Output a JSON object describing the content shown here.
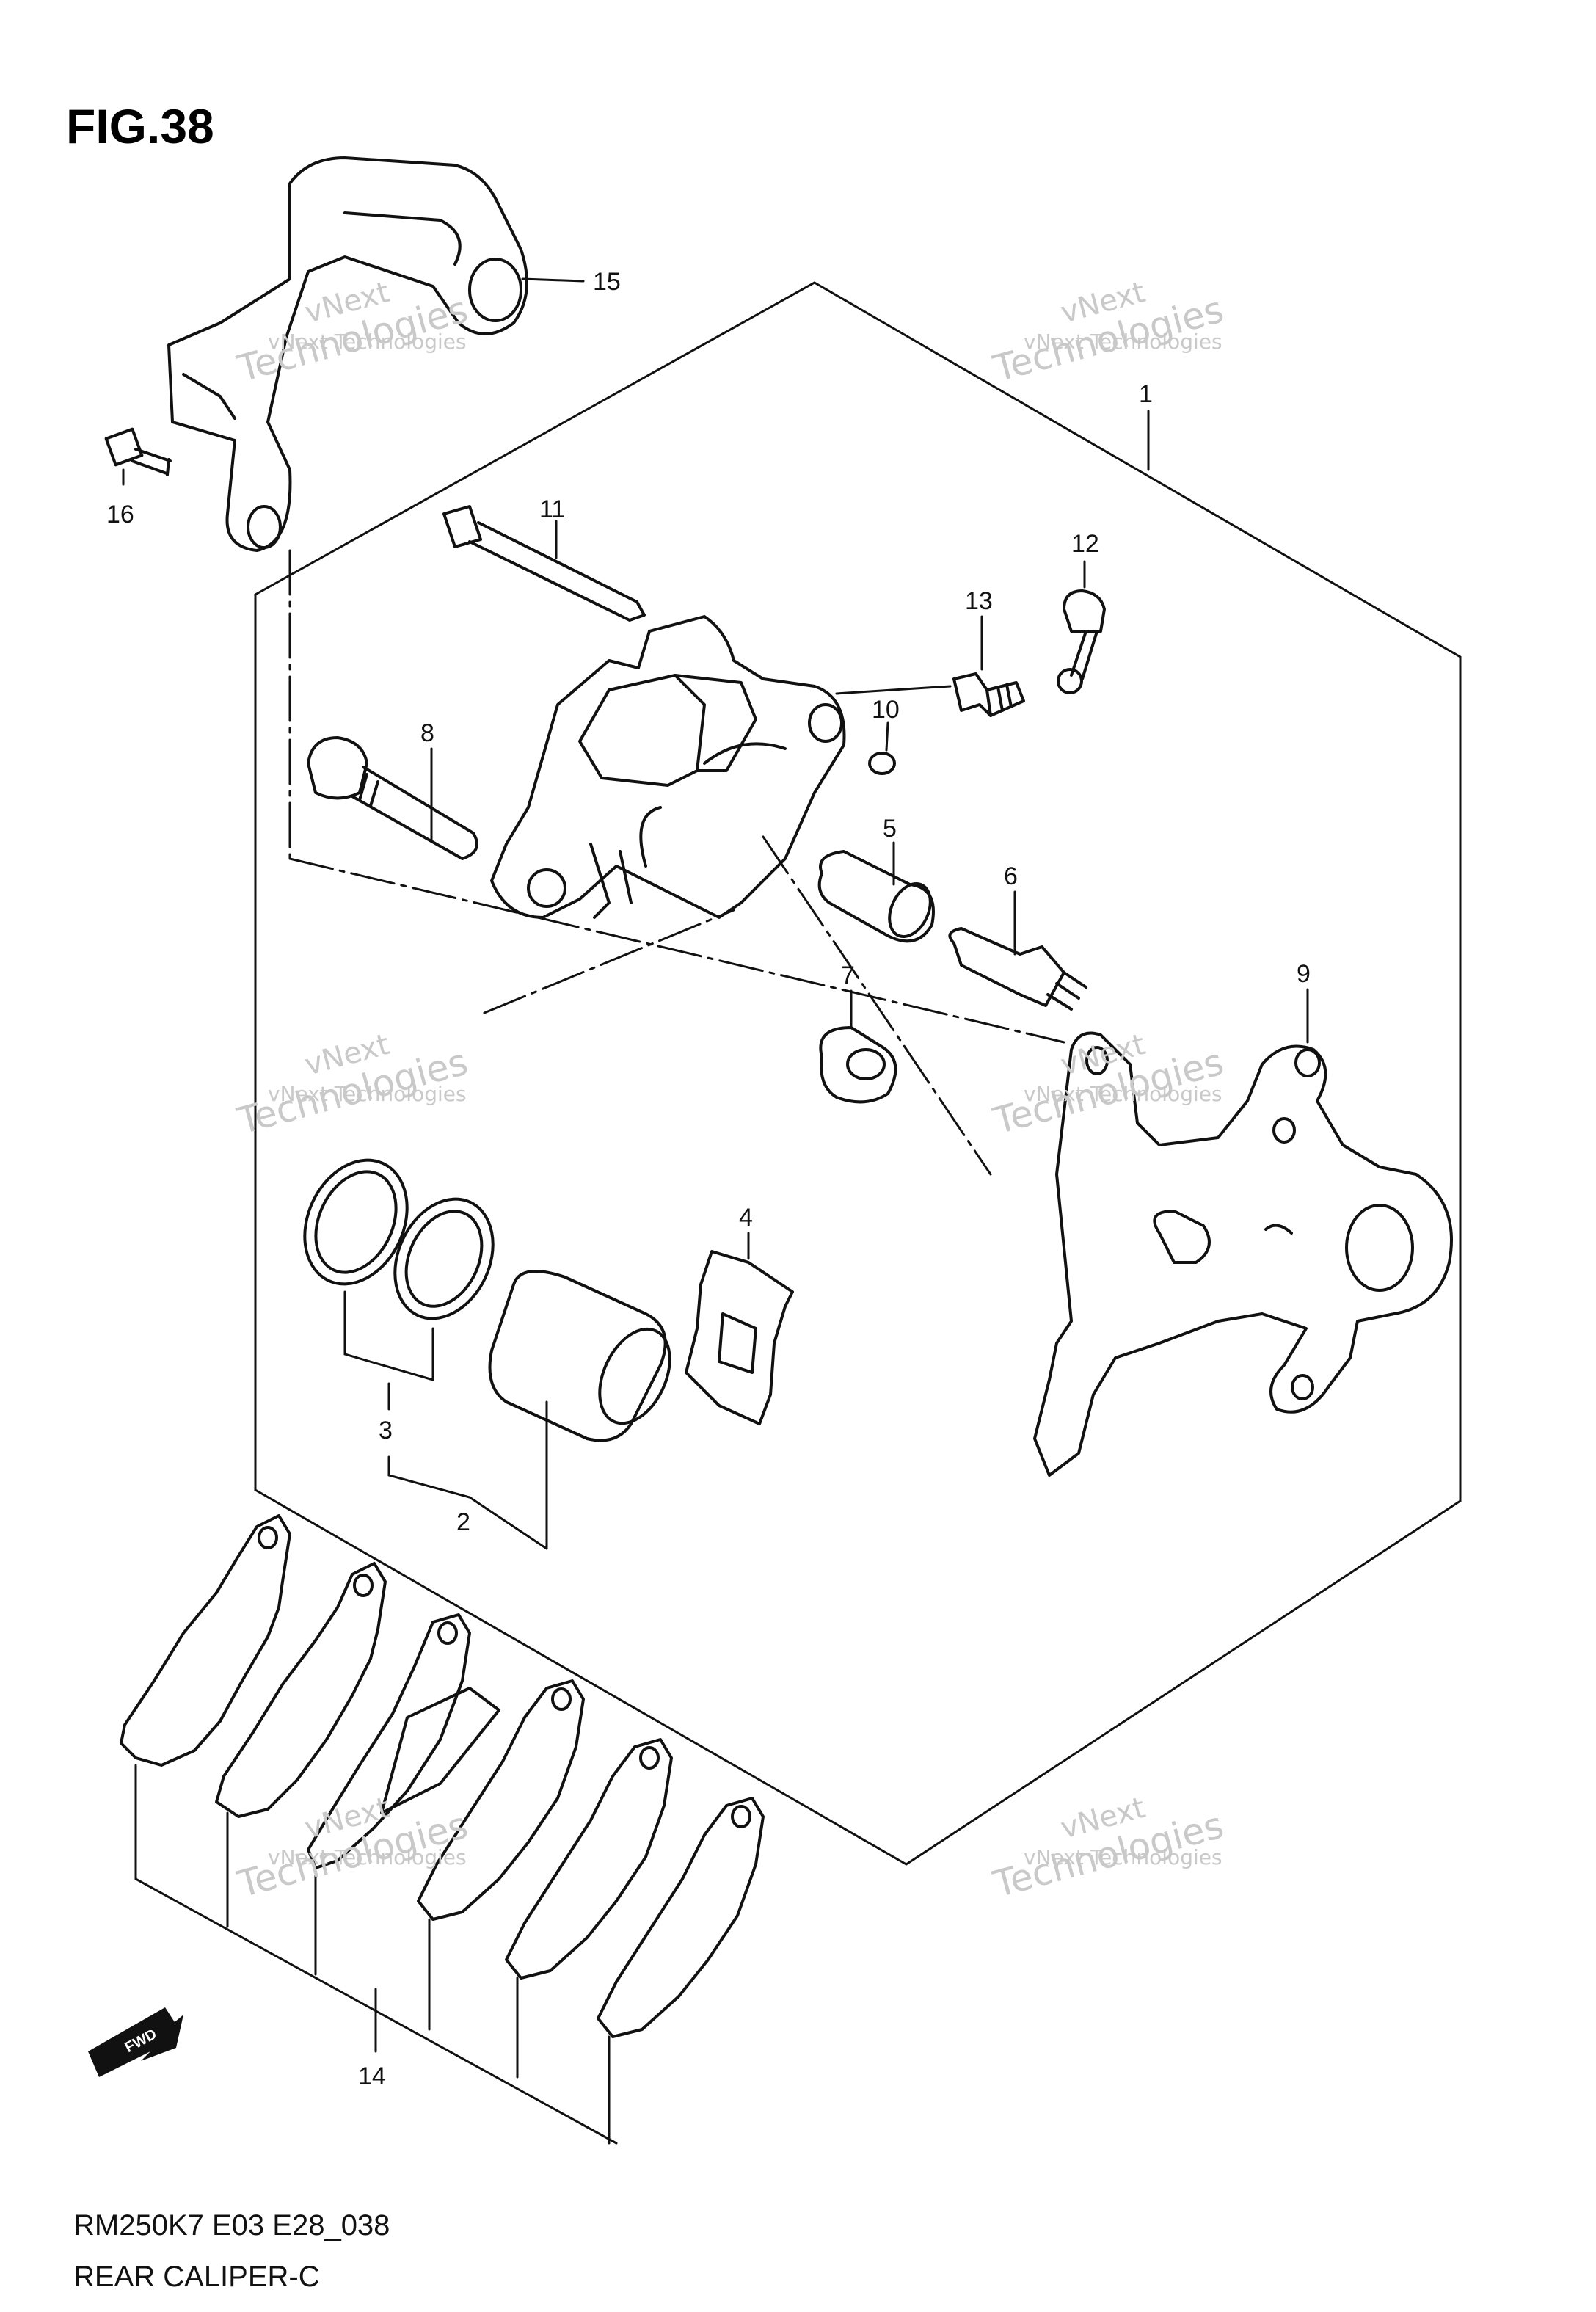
{
  "figure": {
    "title": "FIG.38"
  },
  "footer": {
    "model_code": "RM250K7 E03 E28_038",
    "section_name": "REAR CALIPER-C"
  },
  "watermark": {
    "line1": "vNext Technologies",
    "line2": "vNext",
    "line3": "Technologies"
  },
  "fwd_label": "FWD",
  "callouts": {
    "c1": "1",
    "c2": "2",
    "c3": "3",
    "c4": "4",
    "c5": "5",
    "c6": "6",
    "c7": "7",
    "c8": "8",
    "c9": "9",
    "c10": "10",
    "c11": "11",
    "c12": "12",
    "c13": "13",
    "c14": "14",
    "c15": "15",
    "c16": "16"
  }
}
